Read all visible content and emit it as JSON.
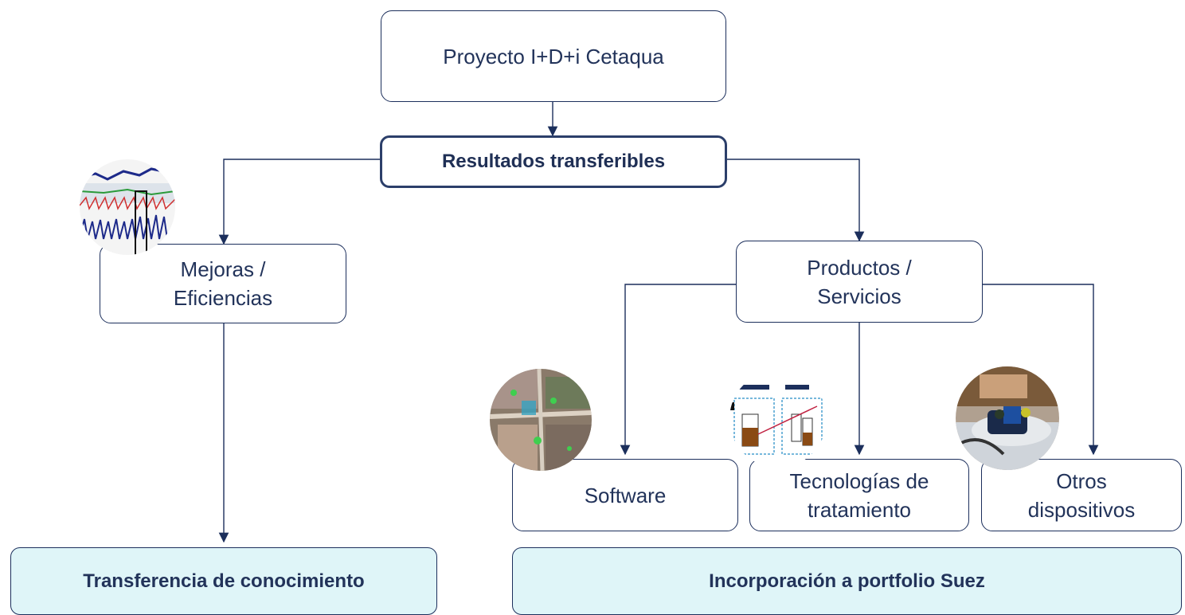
{
  "nodes": {
    "root": "Proyecto I+D+i Cetaqua",
    "results": "Resultados transferibles",
    "mejoras": [
      "Mejoras /",
      "Eficiencias"
    ],
    "productos": [
      "Productos /",
      "Servicios"
    ],
    "software": "Software",
    "tecnologias": [
      "Tecnologías de",
      "tratamiento"
    ],
    "otros": [
      "Otros",
      "dispositivos"
    ],
    "transferencia": "Transferencia de conocimiento",
    "incorporacion": "Incorporación a portfolio Suez"
  },
  "colors": {
    "border": "#1c2f5c",
    "line": "#1c2f5c",
    "fill_bottom": "#dff5f8",
    "text": "#22335a"
  }
}
